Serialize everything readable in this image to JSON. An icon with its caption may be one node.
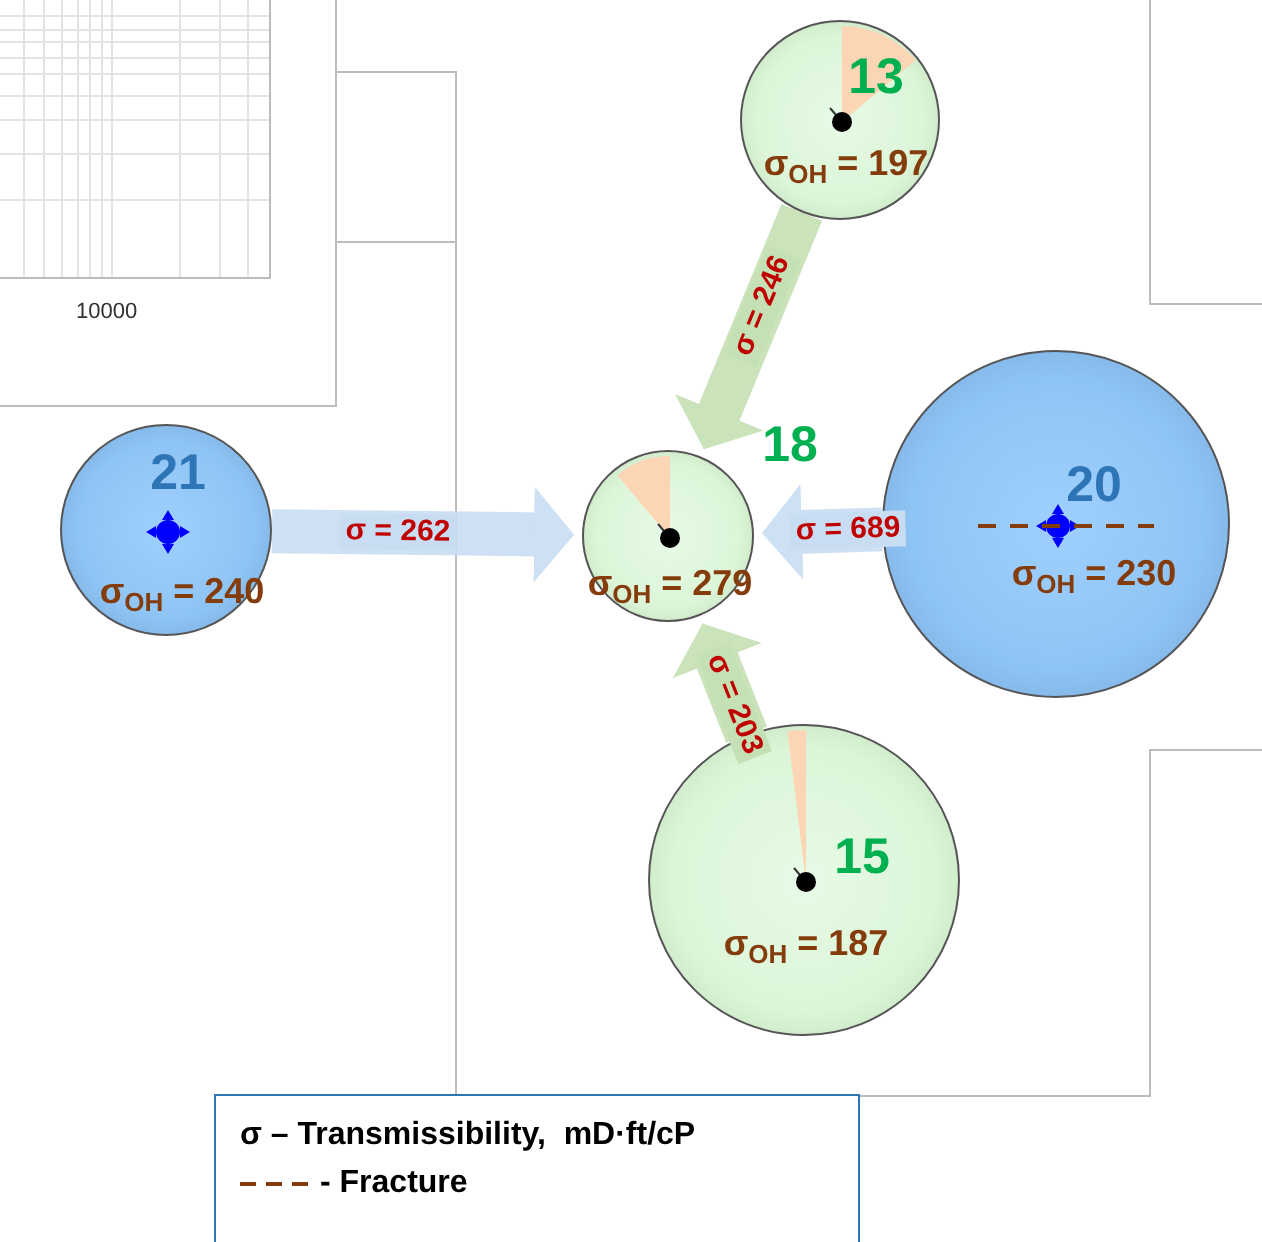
{
  "diagram": {
    "nodes": [
      {
        "text": [
          "13",
          "σ$_{OH}$ = 197"
        ]
      },
      {
        "text": [
          "21",
          "σ$_{OH}$ = 240"
        ]
      },
      {
        "text": [
          "18",
          "σ$_{OH}$ = 279"
        ]
      },
      {
        "text": [
          "20",
          "σ$_{OH}$ = 230"
        ]
      },
      {
        "text": [
          "15",
          "σ$_{OH}$ = 187"
        ]
      }
    ],
    "edges": [
      {
        "from": 0,
        "to": 2,
        "arrow": "to",
        "label": "σ = 246",
        "color": "#c5e0b4"
      },
      {
        "from": 1,
        "to": 2,
        "arrow": "to",
        "label": "σ = 262",
        "color": "#c9ddf2"
      },
      {
        "from": 3,
        "to": 2,
        "arrow": "to",
        "label": "σ = 689",
        "color": "#c9ddf2"
      },
      {
        "from": 4,
        "to": 2,
        "arrow": "to",
        "label": "σ = 203",
        "color": "#c5e0b4"
      }
    ],
    "labels": [
      "10000"
    ],
    "legend": [
      {
        "text": "σ – Transmissibility,  mD·ft/cP"
      },
      {
        "text": "- Fracture"
      }
    ]
  }
}
